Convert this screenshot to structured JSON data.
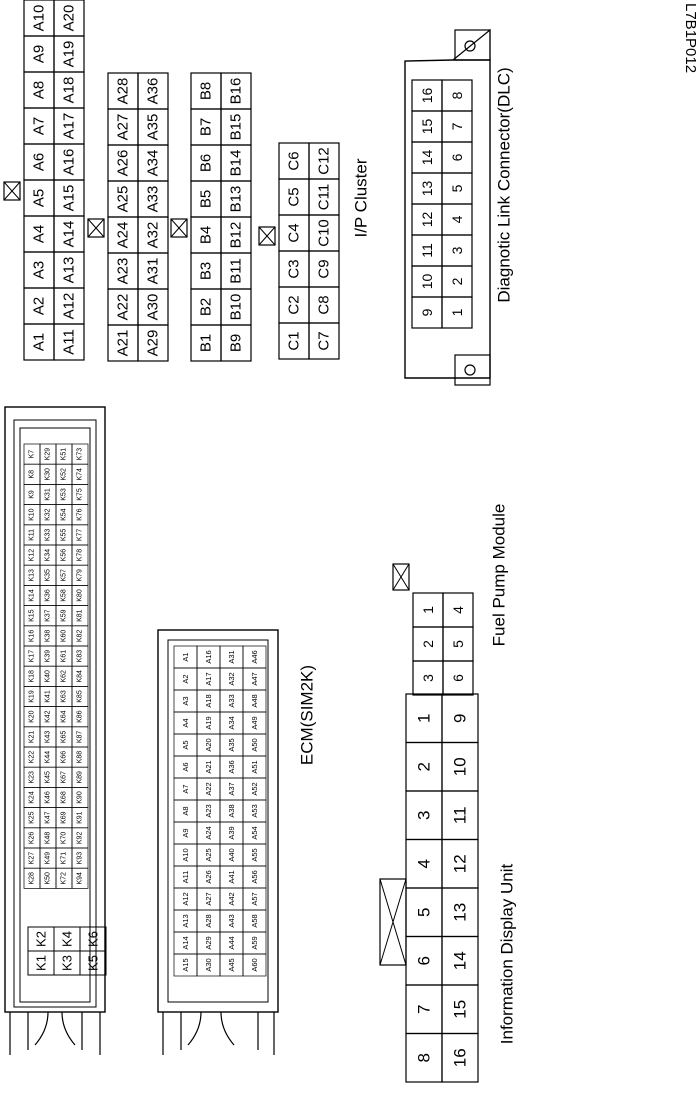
{
  "figure_code": "L7B1P012",
  "titles": {
    "ip_cluster": "I/P Cluster",
    "dlc": "Diagnotic Link Connector(DLC)",
    "fuel_pump": "Fuel Pump Module",
    "ecm": "ECM(SIM2K)",
    "idu": "Information Display Unit"
  },
  "ip_cluster": {
    "connector_a_row1": [
      "A10",
      "A9",
      "A8",
      "A7",
      "A6",
      "A5",
      "A4",
      "A3",
      "A2",
      "A1"
    ],
    "connector_a_row2": [
      "A20",
      "A19",
      "A18",
      "A17",
      "A16",
      "A15",
      "A14",
      "A13",
      "A12",
      "A11"
    ],
    "connector_a2_row1": [
      "A28",
      "A27",
      "A26",
      "A25",
      "A24",
      "A23",
      "A22",
      "A21"
    ],
    "connector_a2_row2": [
      "A36",
      "A35",
      "A34",
      "A33",
      "A32",
      "A31",
      "A30",
      "A29"
    ],
    "connector_b_row1": [
      "B8",
      "B7",
      "B6",
      "B5",
      "B4",
      "B3",
      "B2",
      "B1"
    ],
    "connector_b_row2": [
      "B16",
      "B15",
      "B14",
      "B13",
      "B12",
      "B11",
      "B10",
      "B9"
    ],
    "connector_c_row1": [
      "C6",
      "C5",
      "C4",
      "C3",
      "C2",
      "C1"
    ],
    "connector_c_row2": [
      "C12",
      "C11",
      "C10",
      "C9",
      "C8",
      "C7"
    ]
  },
  "dlc": {
    "row1": [
      "16",
      "15",
      "14",
      "13",
      "12",
      "11",
      "10",
      "9"
    ],
    "row2": [
      "8",
      "7",
      "6",
      "5",
      "4",
      "3",
      "2",
      "1"
    ]
  },
  "ecm": {
    "k_block": [
      "K1",
      "K2",
      "K3",
      "K4",
      "K5",
      "K6"
    ],
    "k_row1": [
      "K7",
      "K8",
      "K9",
      "K10",
      "K11",
      "K12",
      "K13",
      "K14",
      "K15",
      "K16",
      "K17",
      "K18",
      "K19",
      "K20",
      "K21",
      "K22",
      "K23",
      "K24",
      "K25",
      "K26",
      "K27",
      "K28"
    ],
    "k_row2": [
      "K29",
      "K30",
      "K31",
      "K32",
      "K33",
      "K34",
      "K35",
      "K36",
      "K37",
      "K38",
      "K39",
      "K40",
      "K41",
      "K42",
      "K43",
      "K44",
      "K45",
      "K46",
      "K47",
      "K48",
      "K49",
      "K50"
    ],
    "k_row3": [
      "K51",
      "K52",
      "K53",
      "K54",
      "K55",
      "K56",
      "K57",
      "K58",
      "K59",
      "K60",
      "K61",
      "K62",
      "K63",
      "K64",
      "K65",
      "K66",
      "K67",
      "K68",
      "K69",
      "K70",
      "K71",
      "K72"
    ],
    "k_row4": [
      "K73",
      "K74",
      "K75",
      "K76",
      "K77",
      "K78",
      "K79",
      "K80",
      "K81",
      "K82",
      "K83",
      "K84",
      "K85",
      "K86",
      "K87",
      "K88",
      "K89",
      "K90",
      "K91",
      "K92",
      "K93",
      "K94"
    ],
    "a_row1": [
      "A1",
      "A2",
      "A3",
      "A4",
      "A5",
      "A6",
      "A7",
      "A8",
      "A9",
      "A10",
      "A11",
      "A12",
      "A13",
      "A14",
      "A15"
    ],
    "a_row2": [
      "A16",
      "A17",
      "A18",
      "A19",
      "A20",
      "A21",
      "A22",
      "A23",
      "A24",
      "A25",
      "A26",
      "A27",
      "A28",
      "A29",
      "A30"
    ],
    "a_row3": [
      "A31",
      "A32",
      "A33",
      "A34",
      "A35",
      "A36",
      "A37",
      "A38",
      "A39",
      "A40",
      "A41",
      "A42",
      "A43",
      "A44",
      "A45"
    ],
    "a_row4": [
      "A46",
      "A47",
      "A48",
      "A49",
      "A50",
      "A51",
      "A52",
      "A53",
      "A54",
      "A55",
      "A56",
      "A57",
      "A58",
      "A59",
      "A60"
    ]
  },
  "fuel_pump": {
    "row1": [
      "1",
      "2",
      "3"
    ],
    "row2": [
      "4",
      "5",
      "6"
    ]
  },
  "idu": {
    "row1": [
      "1",
      "2",
      "3",
      "4",
      "5",
      "6",
      "7",
      "8"
    ],
    "row2": [
      "9",
      "10",
      "11",
      "12",
      "13",
      "14",
      "15",
      "16"
    ]
  }
}
